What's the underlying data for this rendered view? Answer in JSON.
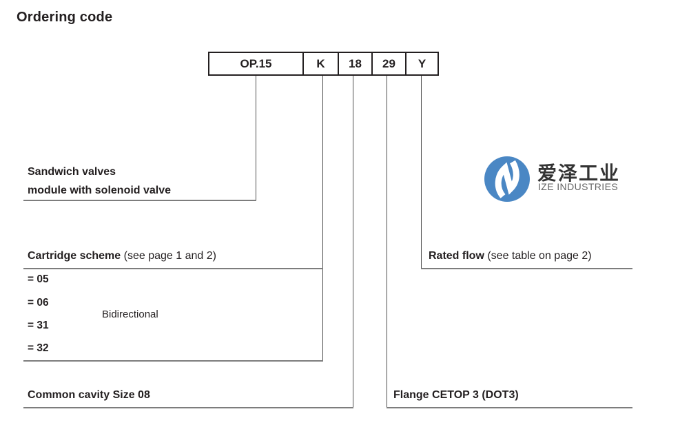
{
  "page": {
    "title": "Ordering code"
  },
  "code_box": {
    "segments": [
      "OP.15",
      "K",
      "18",
      "29",
      "Y"
    ]
  },
  "labels": {
    "sandwich": {
      "line1": "Sandwich valves",
      "line2": "module with solenoid valve"
    },
    "cartridge": {
      "title": "Cartridge scheme",
      "note": " (see page 1 and 2)",
      "options": [
        "= 05",
        "= 06",
        "= 31",
        "= 32"
      ],
      "options_note": "Bidirectional"
    },
    "common_cavity": "Common cavity Size 08",
    "flange": "Flange CETOP 3 (DOT3)",
    "rated_flow": {
      "title": "Rated flow",
      "note": " (see table on page 2)"
    }
  },
  "logo": {
    "name_cn": "爱泽工业",
    "name_en": "IZE INDUSTRIES",
    "circle_color": "#4a87c4",
    "text_color_en": "#646464"
  }
}
